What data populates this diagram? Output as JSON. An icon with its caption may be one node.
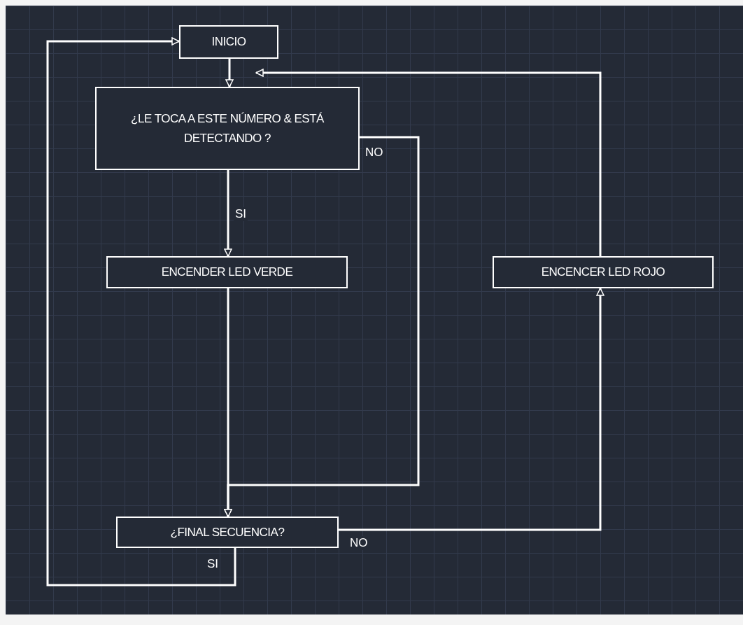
{
  "diagram": {
    "nodes": [
      {
        "text": [
          "INICIO"
        ]
      },
      {
        "text": [
          "¿LE TOCA A ESTE NÚMERO & ESTÁ DETECTANDO ?"
        ]
      },
      {
        "text": [
          "ENCENDER LED VERDE"
        ]
      },
      {
        "text": [
          "ENCENCER LED ROJO"
        ]
      },
      {
        "text": [
          "¿FINAL SECUENCIA?"
        ]
      }
    ],
    "edges": [
      {
        "from": 0,
        "to": 1,
        "arrow": "to"
      },
      {
        "from": 1,
        "to": 2,
        "arrow": "to",
        "label": "SI"
      },
      {
        "from": 1,
        "to": 4,
        "arrow": "to",
        "label": "NO"
      },
      {
        "from": 2,
        "to": 4,
        "arrow": "to"
      },
      {
        "from": 4,
        "to": 3,
        "arrow": "to",
        "label": "NO"
      },
      {
        "from": 3,
        "to": 1,
        "arrow": "to"
      },
      {
        "from": 4,
        "to": 0,
        "arrow": "to",
        "label": "SI"
      }
    ]
  }
}
